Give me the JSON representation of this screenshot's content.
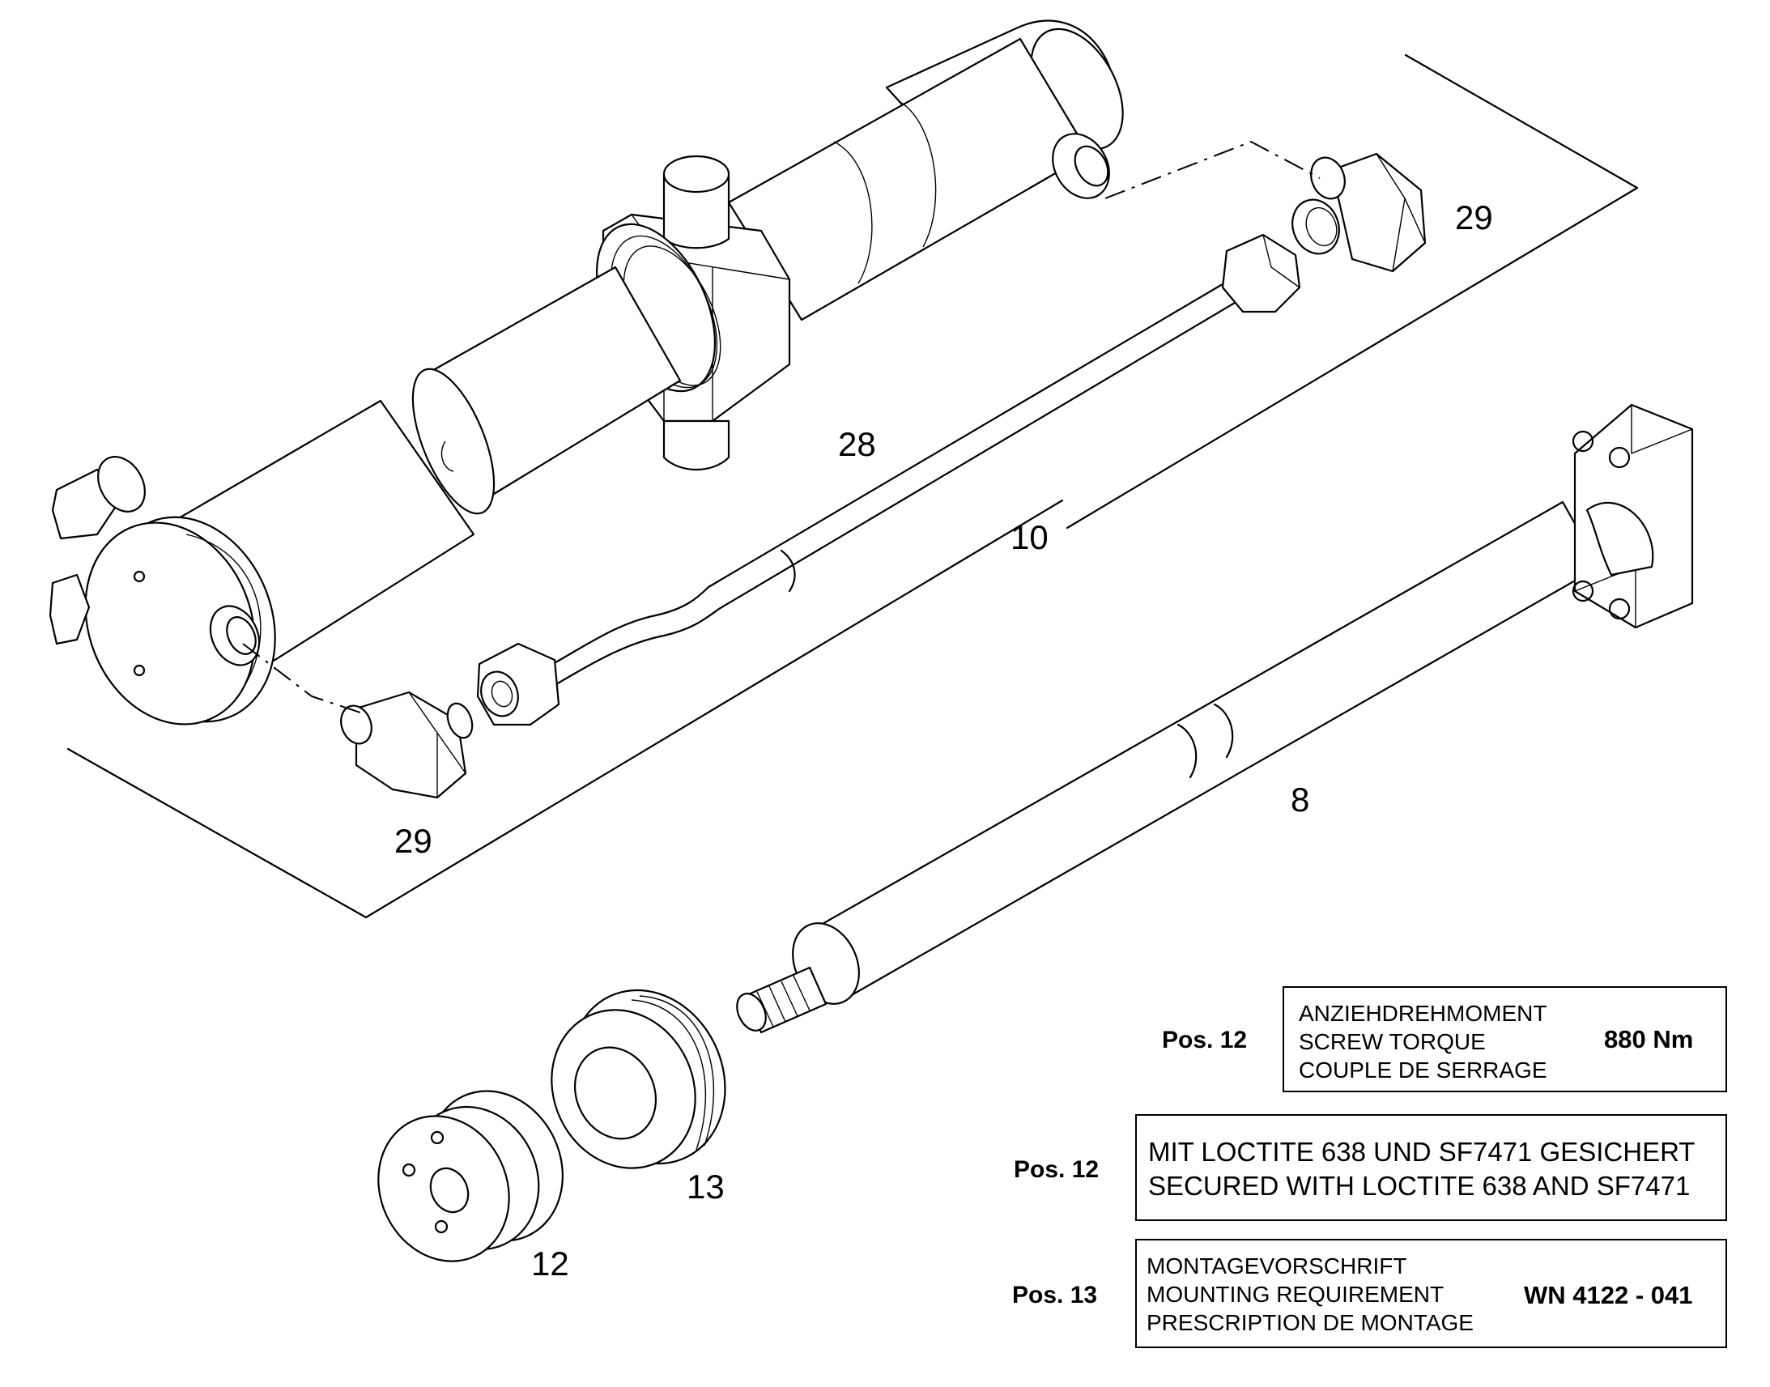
{
  "callouts": {
    "c28": "28",
    "c29_top": "29",
    "c29_bottom": "29",
    "c10": "10",
    "c8": "8",
    "c13": "13",
    "c12": "12"
  },
  "notes": {
    "torque": {
      "pos": "Pos. 12",
      "lines": [
        "ANZIEHDREHMOMENT",
        "SCREW TORQUE",
        "COUPLE DE SERRAGE"
      ],
      "value": "880  Nm"
    },
    "loctite": {
      "pos": "Pos. 12",
      "lines": [
        "MIT LOCTITE 638 UND SF7471 GESICHERT",
        "SECURED WITH LOCTITE 638 AND SF7471"
      ]
    },
    "mounting": {
      "pos": "Pos. 13",
      "lines": [
        "MONTAGEVORSCHRIFT",
        "MOUNTING REQUIREMENT",
        "PRESCRIPTION DE MONTAGE"
      ],
      "value": "WN 4122 - 041"
    }
  },
  "colors": {
    "ink": "#000000",
    "paper": "#ffffff"
  },
  "parts": [
    "cylinder-tube",
    "hose-line",
    "fitting",
    "piston-rod",
    "piston",
    "guide-bush"
  ]
}
